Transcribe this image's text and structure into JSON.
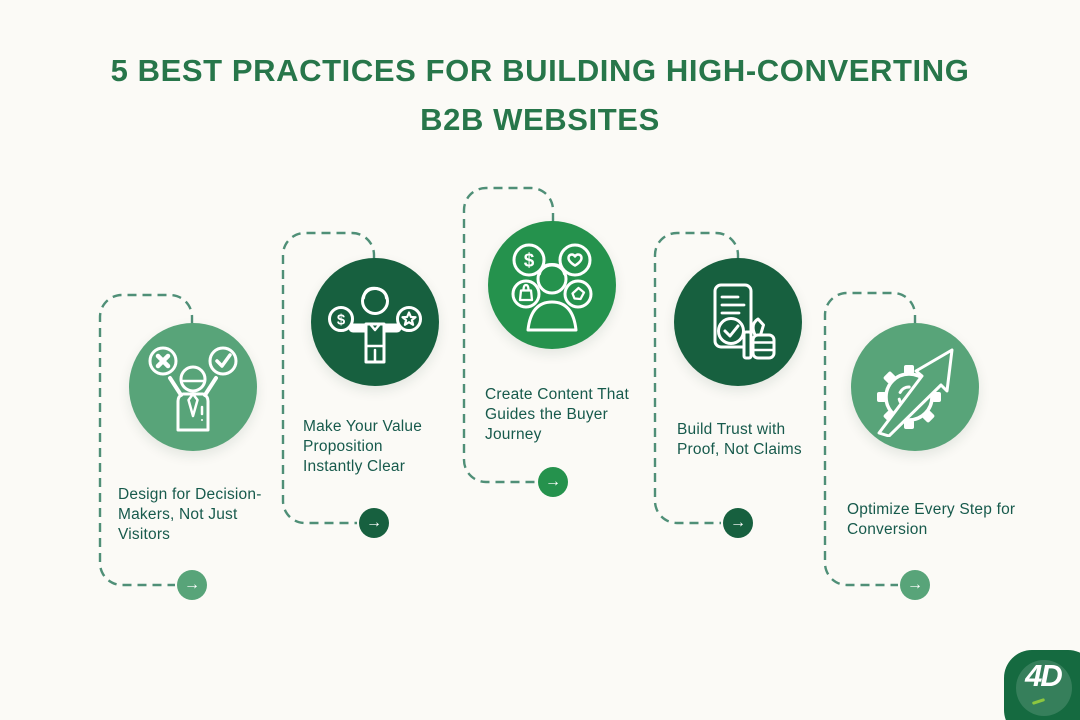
{
  "title": "5 BEST PRACTICES FOR BUILDING HIGH-CONVERTING B2B WEBSITES",
  "colors": {
    "background": "#fbfaf6",
    "title_green": "#27764a",
    "label_teal": "#175a4c",
    "dashed_line": "#4f8f77",
    "dark_green": "#17603f",
    "bright_green": "#25924d",
    "sage_green": "#58a479",
    "logo_bg": "#156a40",
    "logo_accent": "#8dc63f"
  },
  "items": [
    {
      "label": "Design for Decision-Makers, Not Just Visitors",
      "icon": "decision-makers-icon",
      "circle_color": "#58a479"
    },
    {
      "label": "Make Your Value Proposition Instantly Clear",
      "icon": "value-proposition-icon",
      "circle_color": "#17603f"
    },
    {
      "label": "Create Content That Guides the Buyer Journey",
      "icon": "buyer-journey-icon",
      "circle_color": "#25924d"
    },
    {
      "label": "Build Trust with Proof, Not Claims",
      "icon": "trust-proof-icon",
      "circle_color": "#17603f"
    },
    {
      "label": "Optimize Every Step for Conversion",
      "icon": "conversion-optimization-icon",
      "circle_color": "#58a479"
    }
  ],
  "icon_glyphs": {
    "dollar": "$"
  },
  "arrow_glyph": "→",
  "logo": {
    "text": "4D"
  }
}
